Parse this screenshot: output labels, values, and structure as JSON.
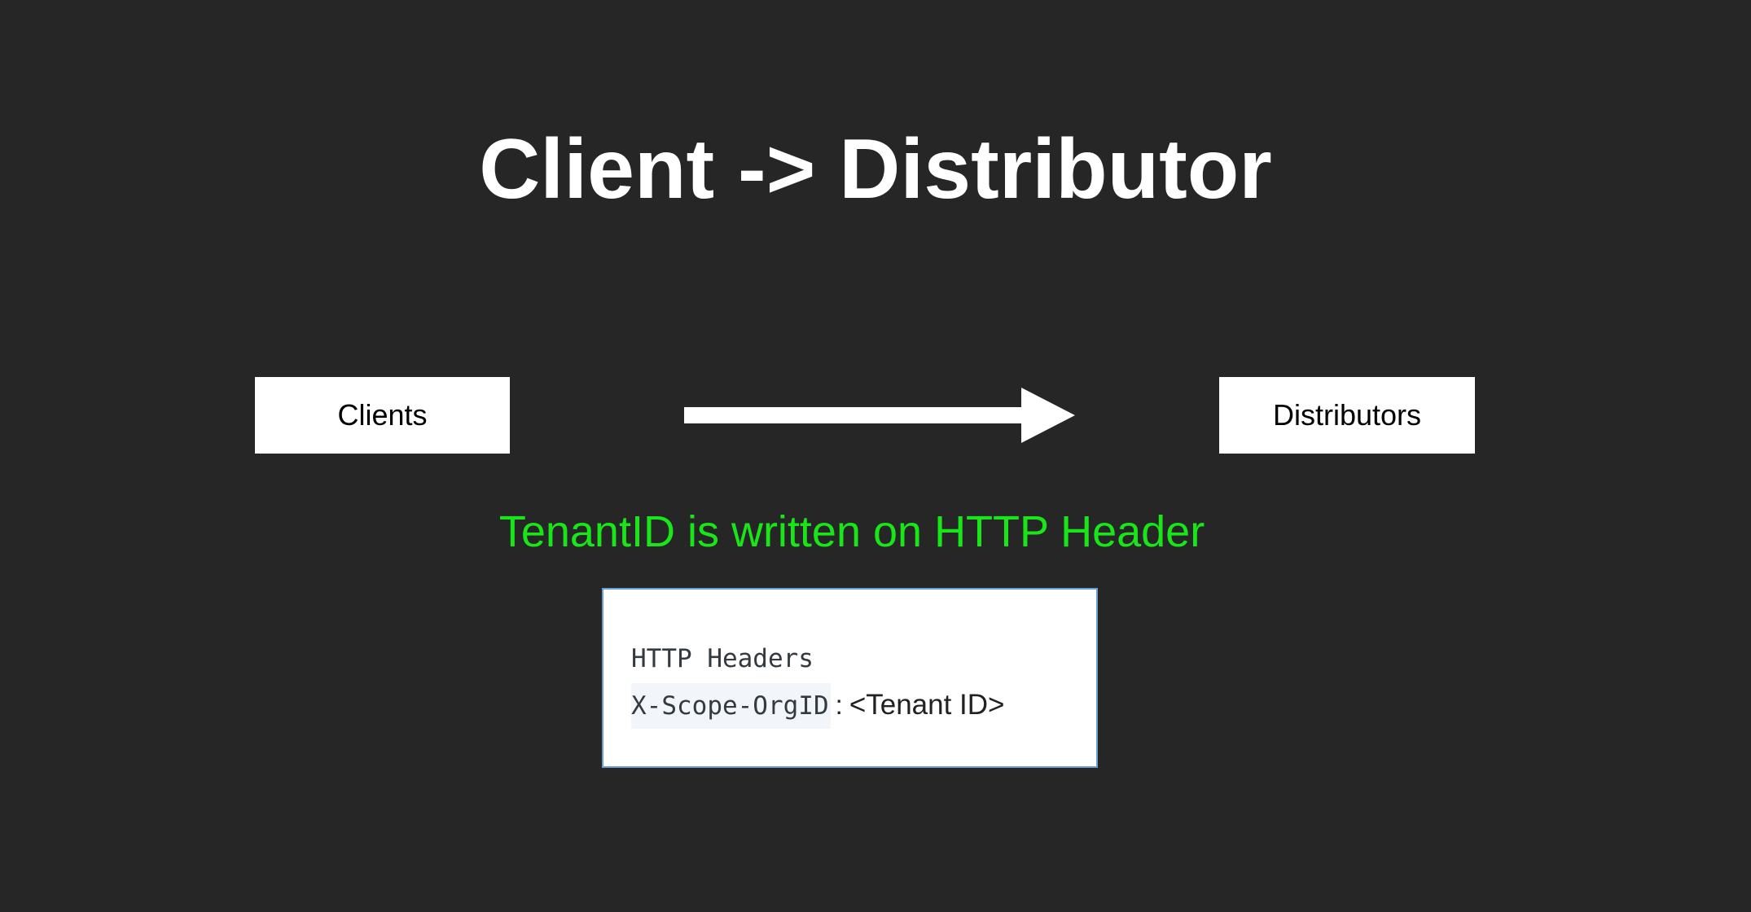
{
  "title": "Client -> Distributor",
  "diagram": {
    "source_box": "Clients",
    "target_box": "Distributors",
    "arrow_direction": "right"
  },
  "caption": "TenantID is written on HTTP Header",
  "header_box": {
    "heading": "HTTP Headers",
    "key": "X-Scope-OrgID",
    "separator": ":",
    "value": "<Tenant ID>"
  },
  "colors": {
    "background": "#262626",
    "title": "#ffffff",
    "caption": "#19e619",
    "box": "#ffffff",
    "header_box_border": "#6a9fd4"
  }
}
